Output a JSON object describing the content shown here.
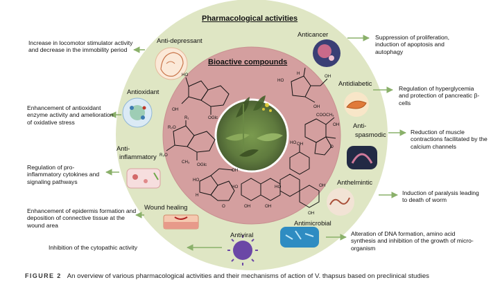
{
  "titles": {
    "outer": "Pharmacological activities",
    "inner": "Bioactive compounds"
  },
  "activities": {
    "anti_depressant": "Anti-depressant",
    "antioxidant": "Antioxidant",
    "anti_inflammatory_1": "Anti-",
    "anti_inflammatory_2": "inflammatory",
    "wound_healing": "Wound healing",
    "antiviral": "Antiviral",
    "anticancer": "Anticancer",
    "antidiabetic": "Antidiabetic",
    "antispasmodic_1": "Anti-",
    "antispasmodic_2": "spasmodic",
    "anthelmintic": "Anthelmintic",
    "antimicrobial": "Antimicrobial"
  },
  "descriptions": {
    "anti_depressant": "Increase in locomotor stimulator activity and decrease in the immobility period",
    "antioxidant": "Enhancement of antioxidant enzyme activity and amelioration of oxidative stress",
    "anti_inflammatory": "Regulation of pro-inflammatory cytokines and signaling pathways",
    "wound_healing": "Enhancement of epidermis formation and deposition of connective tissue at the wound area",
    "antiviral": "Inhibition of the cytopathic activity",
    "anticancer": "Suppression of proliferation, induction of apoptosis and autophagy",
    "antidiabetic": "Regulation of hyperglycemia and protection of pancreatic β-cells",
    "antispasmodic": "Reduction of muscle contractions facilitated by the calcium channels",
    "anthelmintic": "Induction of paralysis leading to death of worm",
    "antimicrobial": "Alteration of DNA formation, amino acid synthesis and inhibition of the growth of micro-organism"
  },
  "chem_labels": {
    "ho": "HO",
    "oh": "OH",
    "h": "H",
    "oglc": "OGlc",
    "r2o": "R₂O",
    "r1": "R₁",
    "r3o": "R₃O",
    "ch3": "CH₃",
    "cooch3": "COOCH₃",
    "o": "O"
  },
  "caption": {
    "figure_label": "FIGURE 2",
    "text": "An overview of various pharmacological activities and their mechanisms of action of V. thapsus based on preclinical studies"
  },
  "colors": {
    "outer_ring": "#dfe6c4",
    "inner_ring": "#d49f9f",
    "arrow": "#8ab06a",
    "plant_bg": "#5f7a3e"
  },
  "icons": {
    "anti_depressant": "head-icon",
    "antioxidant": "cell-icon",
    "anti_inflammatory": "inflamed-tissue-icon",
    "wound_healing": "skin-wound-icon",
    "antiviral": "virus-icon",
    "anticancer": "cancer-cell-icon",
    "antidiabetic": "pancreas-icon",
    "antispasmodic": "muscle-icon",
    "anthelmintic": "worm-icon",
    "antimicrobial": "bacteria-icon"
  }
}
